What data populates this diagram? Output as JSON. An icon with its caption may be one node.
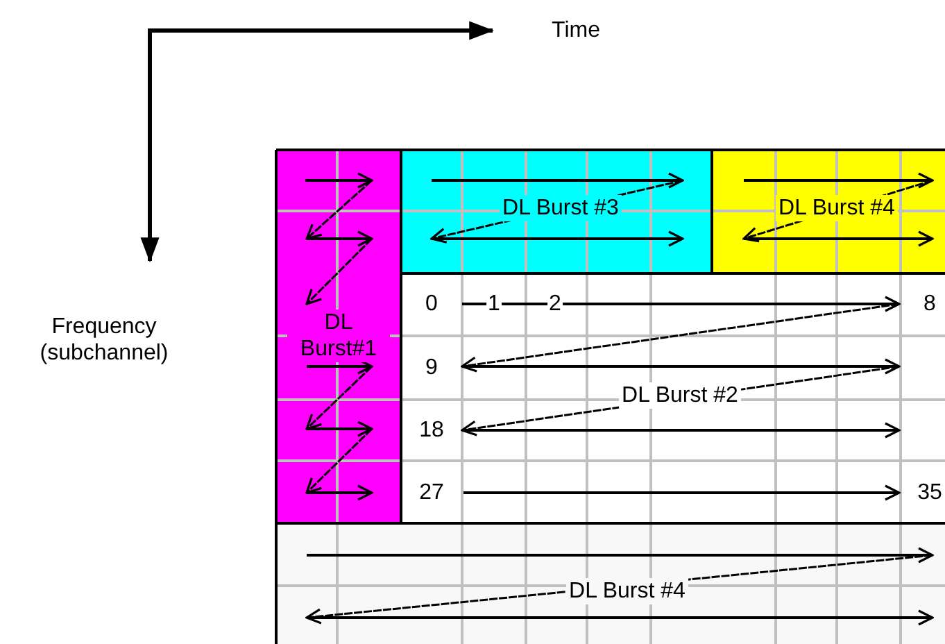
{
  "diagram": {
    "nodes": [
      {
        "text": [
          "DL Burst#1"
        ]
      },
      {
        "text": [
          "DL Burst #3"
        ]
      },
      {
        "text": [
          "DL Burst #4"
        ]
      },
      {
        "text": [
          "DL Burst #2"
        ]
      },
      {
        "text": [
          "DL Burst #4"
        ]
      }
    ],
    "edges": [],
    "labels": [
      "Time",
      "Frequency (subchannel)",
      "0",
      "1",
      "2",
      "8",
      "9",
      "18",
      "27",
      "35"
    ]
  }
}
